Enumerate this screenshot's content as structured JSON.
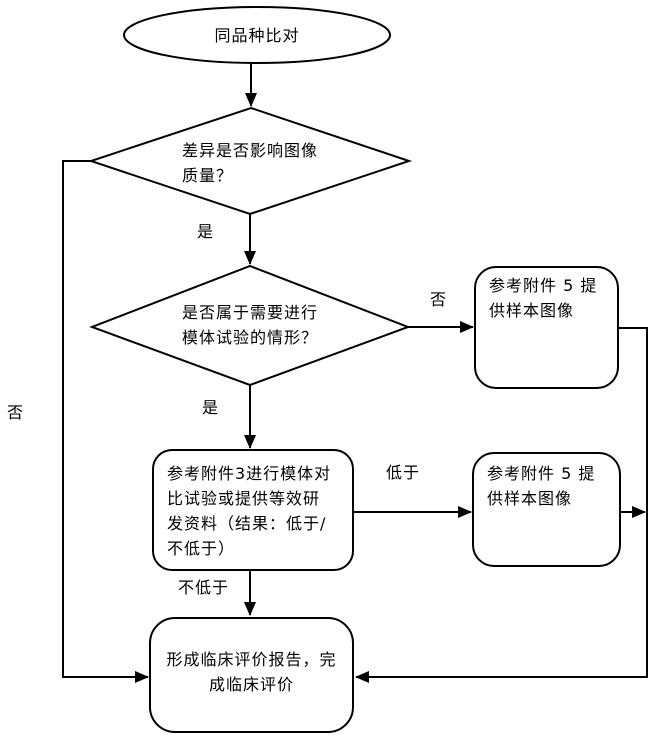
{
  "colors": {
    "background": "#ffffff",
    "line": "#000000",
    "text": "#000000"
  },
  "nodes": {
    "start": {
      "shape": "ellipse",
      "label": "同品种比对"
    },
    "decision_image_quality": {
      "shape": "diamond",
      "lines": [
        "差异是否影响图像",
        "质量？"
      ]
    },
    "decision_phantom_need": {
      "shape": "diamond",
      "lines": [
        "是否属于需要进行",
        "模体试验的情形？"
      ]
    },
    "sample_image_top": {
      "shape": "rounded-rect",
      "lines": [
        "参考附件 5 提",
        "供样本图像"
      ]
    },
    "phantom_comparison": {
      "shape": "rounded-rect",
      "lines": [
        "参考附件3进行模体对",
        "比试验或提供等效研",
        "发资料（结果：低于/",
        "不低于）"
      ]
    },
    "sample_image_right": {
      "shape": "rounded-rect",
      "lines": [
        "参考附件 5 提",
        "供样本图像"
      ]
    },
    "clinical_report": {
      "shape": "rounded-rect",
      "lines": [
        "形成临床评价报告，完",
        "成临床评价"
      ]
    }
  },
  "edge_labels": {
    "yes_1": "是",
    "yes_2": "是",
    "no_left": "否",
    "no_right": "否",
    "lower": "低于",
    "not_lower": "不低于"
  }
}
